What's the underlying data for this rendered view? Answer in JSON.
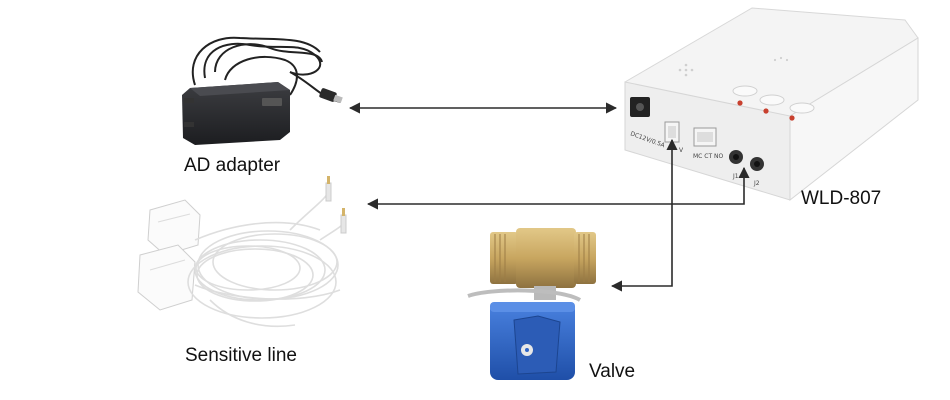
{
  "labels": {
    "adapter": "AD adapter",
    "controller": "WLD-807",
    "sensor": "Sensitive line",
    "valve": "Valve"
  },
  "controller_markings": {
    "power": "DC12V/0.5A",
    "v_port": "V",
    "mc_port": "MC CT NO",
    "j1": "J1",
    "j2": "J2"
  },
  "colors": {
    "arrow": "#2b2b2b",
    "adapter_body": "#2a2b2e",
    "controller_body": "#f2f2f2",
    "valve_brass": "#c8a660",
    "valve_actuator": "#2f63c4",
    "wire": "#e9e9e9"
  }
}
